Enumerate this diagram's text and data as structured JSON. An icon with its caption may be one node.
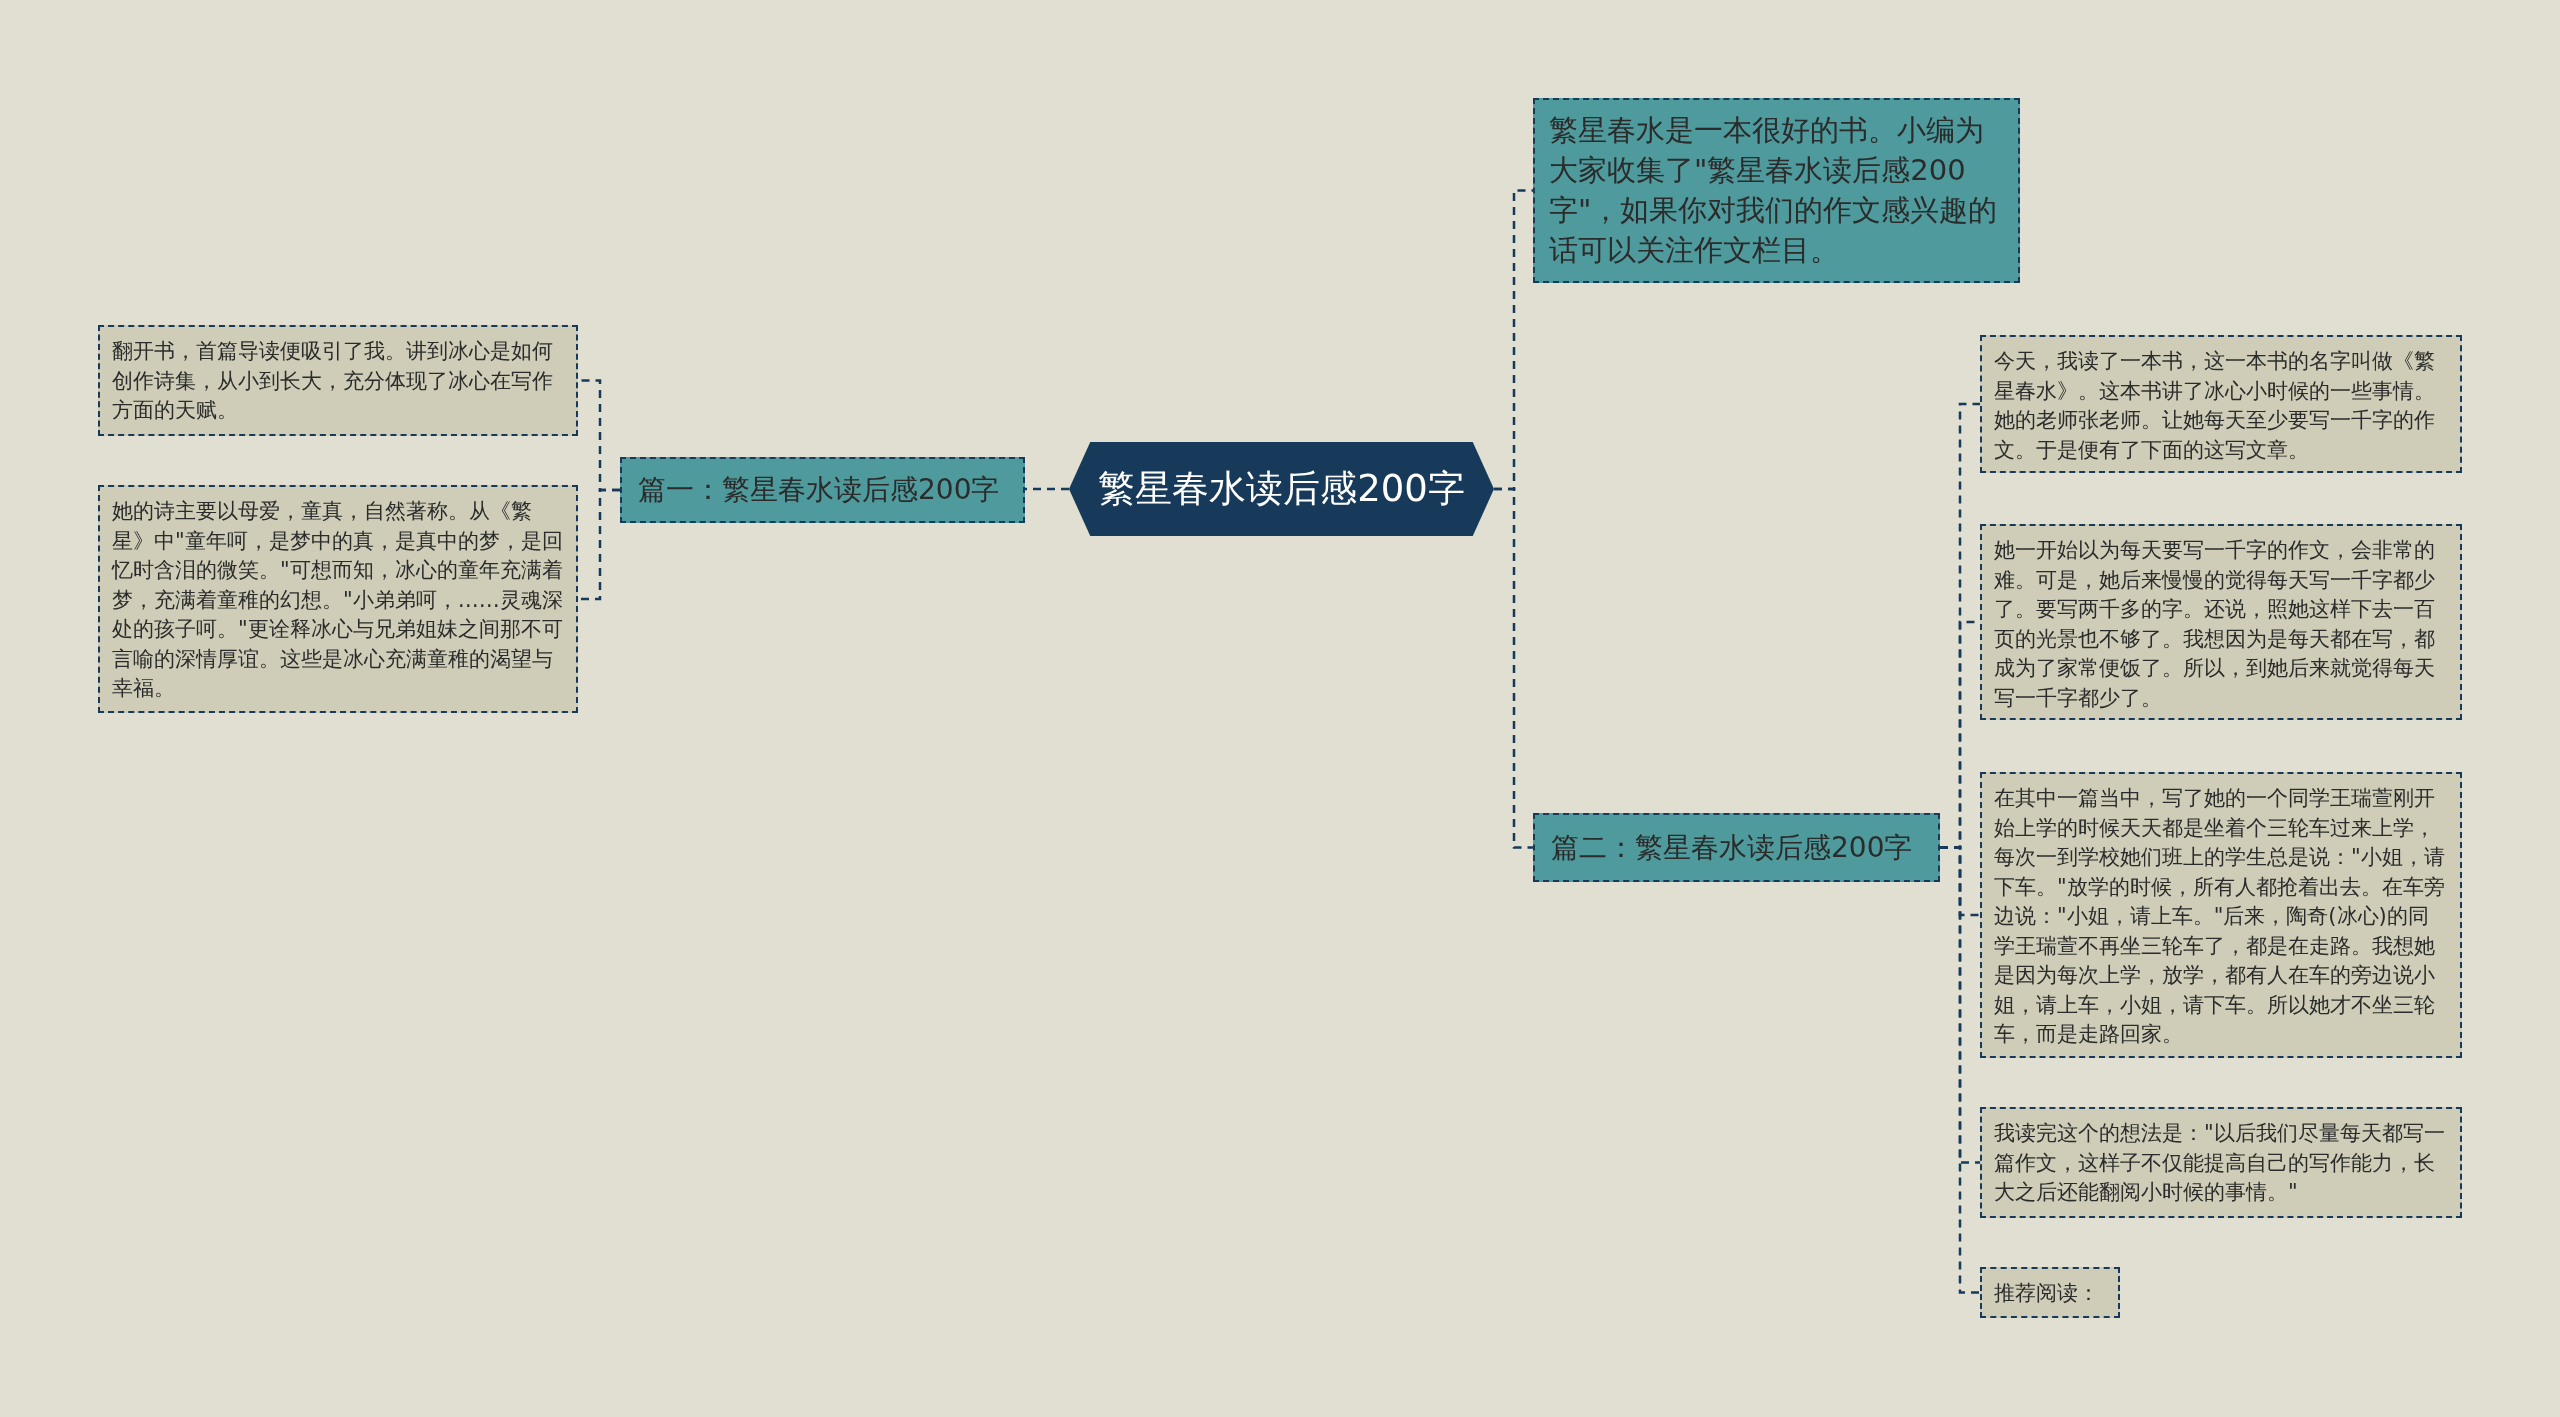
{
  "diagram": {
    "nodes": [
      {
        "text": [
          "繁星春水读后感200字"
        ]
      },
      {
        "text": [
          "篇一：繁星春水读后感200字"
        ]
      },
      {
        "text": [
          "翻开书，首篇导读便吸引了我。讲到冰心是如何创作诗集，从小到长大，充分体现了冰心在写作方面的天赋。"
        ]
      },
      {
        "text": [
          "她的诗主要以母爱，童真，自然著称。从《繁星》中\"童年呵，是梦中的真，是真中的梦，是回忆时含泪的微笑。\"可想而知，冰心的童年充满着梦，充满着童稚的幻想。\"小弟弟呵，……灵魂深处的孩子呵。\"更诠释冰心与兄弟姐妹之间那不可言喻的深情厚谊。这些是冰心充满童稚的渴望与幸福。"
        ]
      },
      {
        "text": [
          "繁星春水是一本很好的书。小编为大家收集了\"繁星春水读后感200字\"，如果你对我们的作文感兴趣的话可以关注作文栏目。"
        ]
      },
      {
        "text": [
          "篇二：繁星春水读后感200字"
        ]
      },
      {
        "text": [
          "今天，我读了一本书，这一本书的名字叫做《繁星春水》。这本书讲了冰心小时候的一些事情。她的老师张老师。让她每天至少要写一千字的作文。于是便有了下面的这写文章。"
        ]
      },
      {
        "text": [
          "她一开始以为每天要写一千字的作文，会非常的难。可是，她后来慢慢的觉得每天写一千字都少了。要写两千多的字。还说，照她这样下去一百页的光景也不够了。我想因为是每天都在写，都成为了家常便饭了。所以，到她后来就觉得每天写一千字都少了。"
        ]
      },
      {
        "text": [
          "在其中一篇当中，写了她的一个同学王瑞萱刚开始上学的时候天天都是坐着个三轮车过来上学，每次一到学校她们班上的学生总是说：\"小姐，请下车。\"放学的时候，所有人都抢着出去。在车旁边说：\"小姐，请上车。\"后来，陶奇(冰心)的同学王瑞萱不再坐三轮车了，都是在走路。我想她是因为每次上学，放学，都有人在车的旁边说小姐，请上车，小姐，请下车。所以她才不坐三轮车，而是走路回家。"
        ]
      },
      {
        "text": [
          "我读完这个的想法是：\"以后我们尽量每天都写一篇作文，这样子不仅能提高自己的写作能力，长大之后还能翻阅小时候的事情。\""
        ]
      },
      {
        "text": [
          "推荐阅读："
        ]
      }
    ],
    "edges": [
      {
        "from": 0,
        "to": 1,
        "arrow": "none"
      },
      {
        "from": 1,
        "to": 2,
        "arrow": "none"
      },
      {
        "from": 1,
        "to": 3,
        "arrow": "none"
      },
      {
        "from": 0,
        "to": 4,
        "arrow": "none"
      },
      {
        "from": 0,
        "to": 5,
        "arrow": "none"
      },
      {
        "from": 5,
        "to": 6,
        "arrow": "none"
      },
      {
        "from": 5,
        "to": 7,
        "arrow": "none"
      },
      {
        "from": 5,
        "to": 8,
        "arrow": "none"
      },
      {
        "from": 5,
        "to": 9,
        "arrow": "none"
      },
      {
        "from": 5,
        "to": 10,
        "arrow": "none"
      }
    ]
  }
}
